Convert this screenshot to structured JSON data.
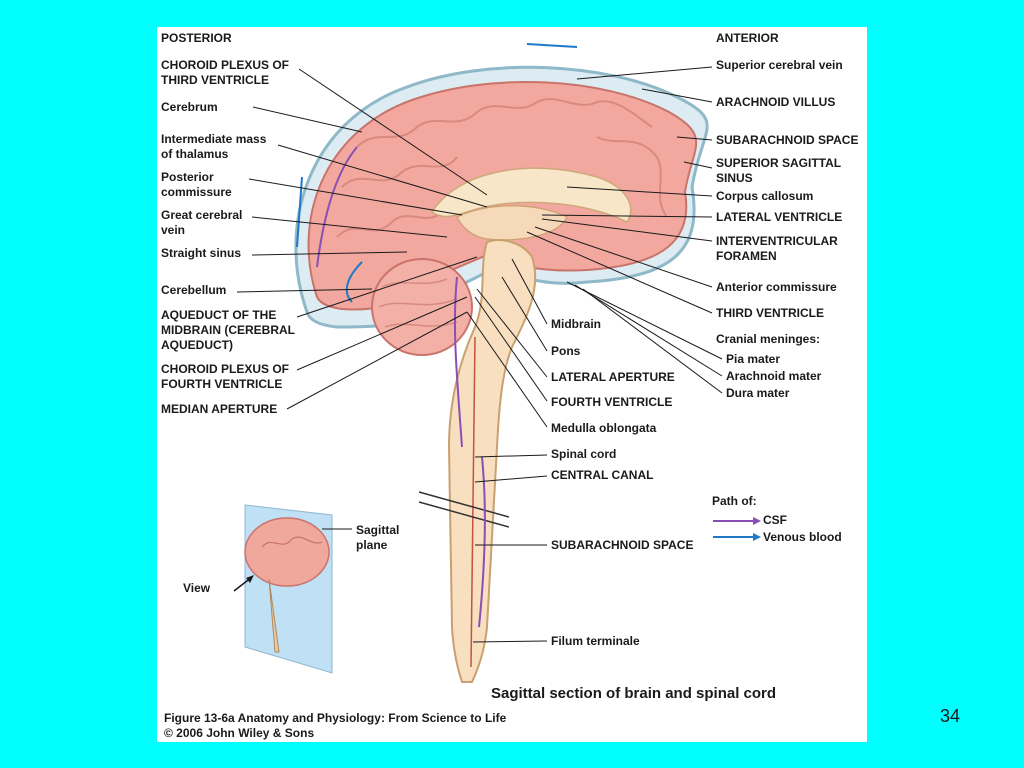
{
  "figure": {
    "side_headers": {
      "posterior": "POSTERIOR",
      "anterior": "ANTERIOR"
    },
    "left_labels": [
      "CHOROID PLEXUS OF\nTHIRD VENTRICLE",
      "Cerebrum",
      "Intermediate mass\nof thalamus",
      "Posterior\ncommissure",
      "Great cerebral\nvein",
      "Straight sinus",
      "Cerebellum",
      "AQUEDUCT OF THE\nMIDBRAIN (CEREBRAL\nAQUEDUCT)",
      "CHOROID PLEXUS OF\nFOURTH VENTRICLE",
      "MEDIAN APERTURE"
    ],
    "right_labels": [
      "Superior cerebral vein",
      "ARACHNOID VILLUS",
      "SUBARACHNOID SPACE",
      "SUPERIOR SAGITTAL\nSINUS",
      "Corpus callosum",
      "LATERAL VENTRICLE",
      "INTERVENTRICULAR\nFORAMEN",
      "Anterior commissure",
      "THIRD VENTRICLE"
    ],
    "meninges": {
      "title": "Cranial meninges:",
      "items": [
        "Pia mater",
        "Arachnoid mater",
        "Dura mater"
      ]
    },
    "center_labels": [
      "Midbrain",
      "Pons",
      "LATERAL APERTURE",
      "FOURTH VENTRICLE",
      "Medulla oblongata",
      "Spinal cord",
      "CENTRAL CANAL",
      "SUBARACHNOID SPACE",
      "Filum terminale"
    ],
    "legend": {
      "title": "Path of:",
      "items": [
        {
          "label": "CSF",
          "color": "#8a4fb5"
        },
        {
          "label": "Venous blood",
          "color": "#1f78c8"
        }
      ]
    },
    "inset": {
      "plane_label": "Sagittal\nplane",
      "view_label": "View"
    },
    "title": "Sagittal section of brain and spinal cord",
    "caption_line1": "Figure 13-6a  Anatomy and Physiology: From Science to Life",
    "caption_line2": "© 2006 John Wiley & Sons"
  },
  "slide_number": "34"
}
